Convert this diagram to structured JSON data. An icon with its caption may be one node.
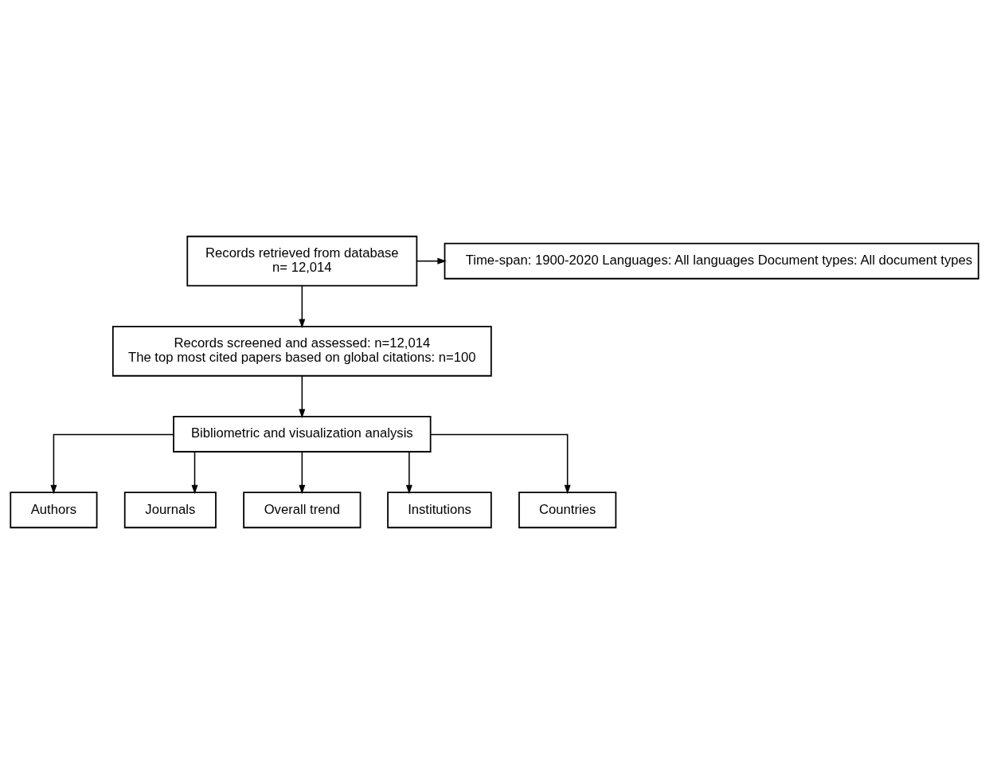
{
  "diagram": {
    "nodes": [
      {
        "text": [
          "Records retrieved from database",
          "n= 12,014"
        ]
      },
      {
        "text": [
          "Time-span: 1900-2020 Languages: All languages Document types: All document types"
        ]
      },
      {
        "text": [
          "Records screened and assessed: n=12,014",
          "The top most cited papers based on global citations: n=100"
        ]
      },
      {
        "text": [
          "Bibliometric and visualization analysis"
        ]
      },
      {
        "text": [
          "Authors"
        ]
      },
      {
        "text": [
          "Journals"
        ]
      },
      {
        "text": [
          "Overall trend"
        ]
      },
      {
        "text": [
          "Institutions"
        ]
      },
      {
        "text": [
          "Countries"
        ]
      }
    ],
    "edges": [
      {
        "from": 0,
        "to": 2,
        "arrow": "to"
      },
      {
        "from": 0,
        "to": 1,
        "arrow": "to"
      },
      {
        "from": 2,
        "to": 3,
        "arrow": "to"
      },
      {
        "from": 3,
        "to": 4,
        "arrow": "to"
      },
      {
        "from": 3,
        "to": 5,
        "arrow": "to"
      },
      {
        "from": 3,
        "to": 6,
        "arrow": "to"
      },
      {
        "from": 3,
        "to": 7,
        "arrow": "to"
      },
      {
        "from": 3,
        "to": 8,
        "arrow": "to"
      }
    ]
  }
}
